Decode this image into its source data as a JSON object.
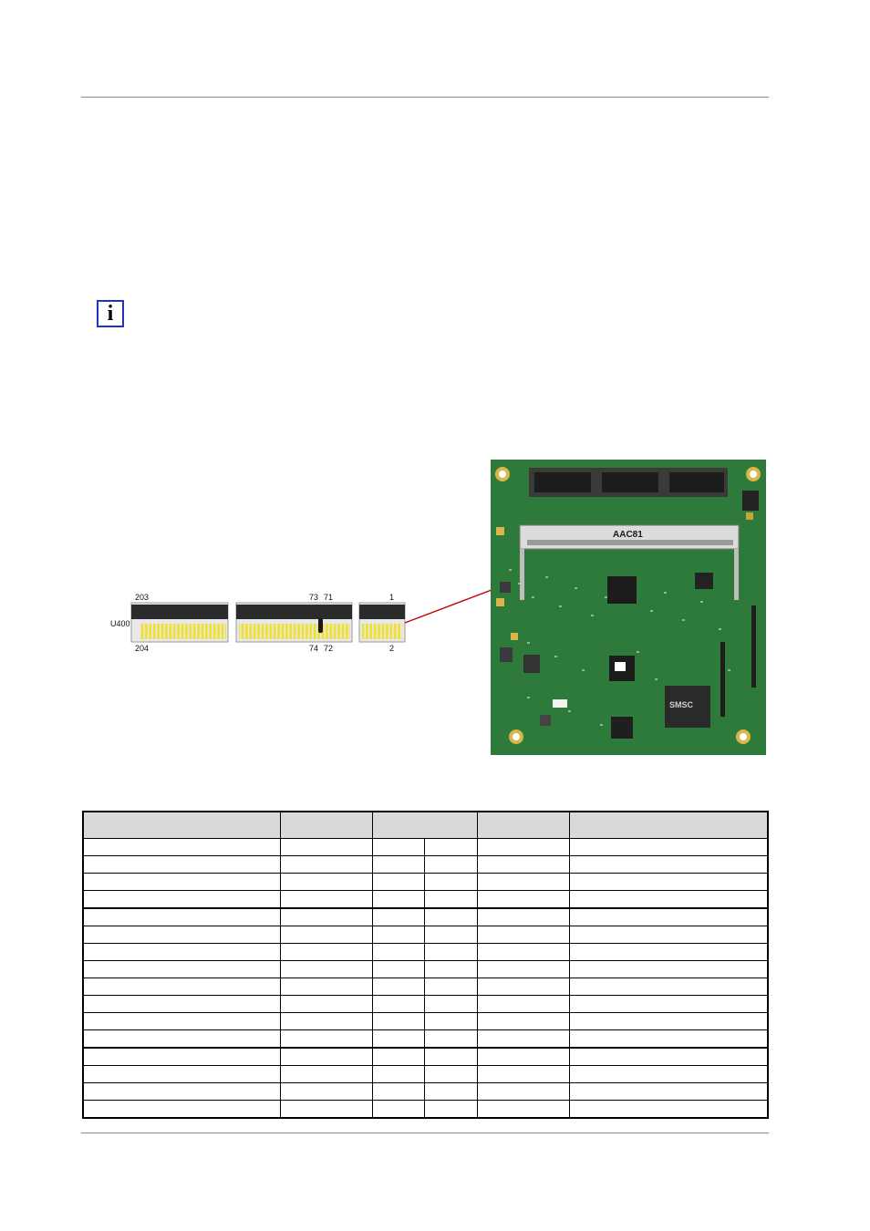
{
  "connector_labels": {
    "top_left": "203",
    "top_mid_a": "73",
    "top_mid_b": "71",
    "top_right": "1",
    "side": "U400",
    "bottom_left": "204",
    "bottom_mid_a": "74",
    "bottom_mid_b": "72",
    "bottom_right": "2"
  },
  "board": {
    "chip_marking": "AAC81",
    "smsc_label": "SMSC"
  },
  "table": {
    "columns": [
      "",
      "",
      "",
      "",
      ""
    ],
    "row_count": 16
  },
  "colors": {
    "note_border": "#1f34c4",
    "pointer_line": "#c00000",
    "pcb_green": "#2d7a3a",
    "pin_yellow": "#f0e032",
    "header_gray": "#d9d9d9"
  },
  "icons": {
    "note": "info-icon"
  }
}
